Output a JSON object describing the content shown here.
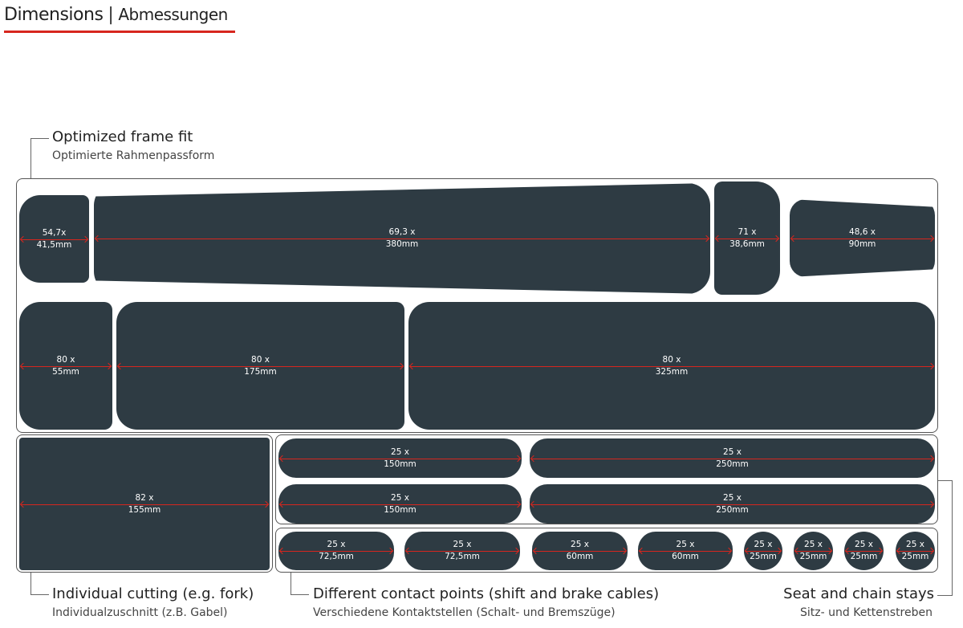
{
  "header": {
    "title": "Dimensions",
    "separator": "|",
    "subtitle": "Abmessungen"
  },
  "sections": {
    "frame": {
      "label": "Optimized frame fit",
      "sublabel": "Optimierte Rahmenpassform"
    },
    "cutting": {
      "label": "Individual cutting (e.g. fork)",
      "sublabel": "Individualzuschnitt (z.B. Gabel)"
    },
    "contact": {
      "label": "Different contact points (shift and brake cables)",
      "sublabel": "Verschiedene Kontaktstellen (Schalt- und Bremszüge)"
    },
    "stays": {
      "label": "Seat and chain stays",
      "sublabel": "Sitz- und Kettenstreben"
    }
  },
  "pieces": [
    {
      "w": "54,7x",
      "h": "41,5mm"
    },
    {
      "w": "69,3 x",
      "h": "380mm"
    },
    {
      "w": "71 x",
      "h": "38,6mm"
    },
    {
      "w": "48,6 x",
      "h": "90mm"
    },
    {
      "w": "80 x",
      "h": "55mm"
    },
    {
      "w": "80 x",
      "h": "175mm"
    },
    {
      "w": "80 x",
      "h": "325mm"
    },
    {
      "w": "82 x",
      "h": "155mm"
    },
    {
      "w": "25 x",
      "h": "150mm"
    },
    {
      "w": "25 x",
      "h": "250mm"
    },
    {
      "w": "25 x",
      "h": "150mm"
    },
    {
      "w": "25 x",
      "h": "250mm"
    },
    {
      "w": "25 x",
      "h": "72,5mm"
    },
    {
      "w": "25 x",
      "h": "72,5mm"
    },
    {
      "w": "25 x",
      "h": "60mm"
    },
    {
      "w": "25 x",
      "h": "60mm"
    },
    {
      "w": "25 x",
      "h": "25mm"
    },
    {
      "w": "25 x",
      "h": "25mm"
    },
    {
      "w": "25 x",
      "h": "25mm"
    },
    {
      "w": "25 x",
      "h": "25mm"
    }
  ],
  "colors": {
    "piece": "#2e3b43",
    "accent": "#d7261e"
  }
}
